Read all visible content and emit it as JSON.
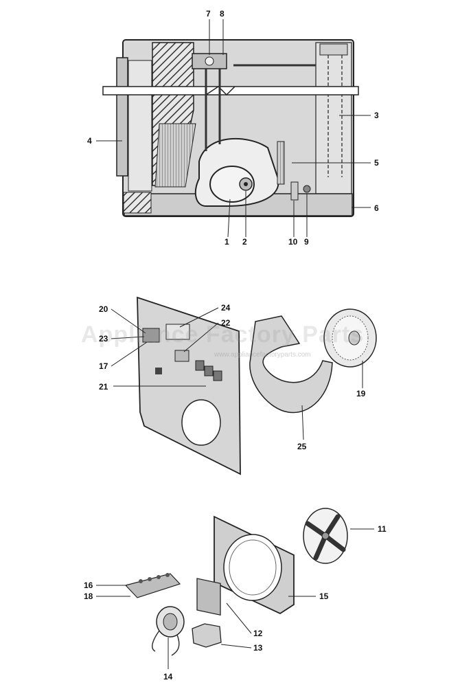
{
  "watermark": {
    "brand": "Appliance Factory Parts",
    "url": "www.appliancefactoryparts.com"
  },
  "labels": {
    "l1": "1",
    "l2": "2",
    "l3": "3",
    "l4": "4",
    "l5": "5",
    "l6": "6",
    "l7": "7",
    "l8": "8",
    "l9": "9",
    "l10": "10",
    "l11": "11",
    "l12": "12",
    "l13": "13",
    "l14": "14",
    "l15": "15",
    "l16": "16",
    "l17": "17",
    "l18": "18",
    "l19": "19",
    "l20": "20",
    "l21": "21",
    "l22": "22",
    "l23": "23",
    "l24": "24",
    "l25": "25"
  },
  "colors": {
    "line": "#222222",
    "panel": "#dcdcdc",
    "shade": "#bdbdbd",
    "dark": "#555555"
  }
}
